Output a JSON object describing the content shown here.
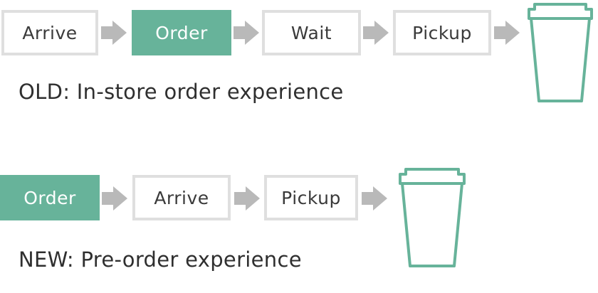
{
  "old": {
    "steps": [
      {
        "label": "Arrive",
        "active": false
      },
      {
        "label": "Order",
        "active": true
      },
      {
        "label": "Wait",
        "active": false
      },
      {
        "label": "Pickup",
        "active": false
      }
    ],
    "caption": "OLD:  In-store order experience"
  },
  "new": {
    "steps": [
      {
        "label": "Order",
        "active": true
      },
      {
        "label": "Arrive",
        "active": false
      },
      {
        "label": "Pickup",
        "active": false
      }
    ],
    "caption": "NEW:  Pre-order experience"
  },
  "icons": {
    "arrow": "right-arrow-icon",
    "cup": "coffee-cup-icon"
  },
  "colors": {
    "accent": "#67b39a",
    "box_border": "#dfdfdf",
    "arrow": "#b9b9b9",
    "text": "#3a3a3a",
    "caption_text": "#2f2f2f",
    "background": "#ffffff"
  }
}
